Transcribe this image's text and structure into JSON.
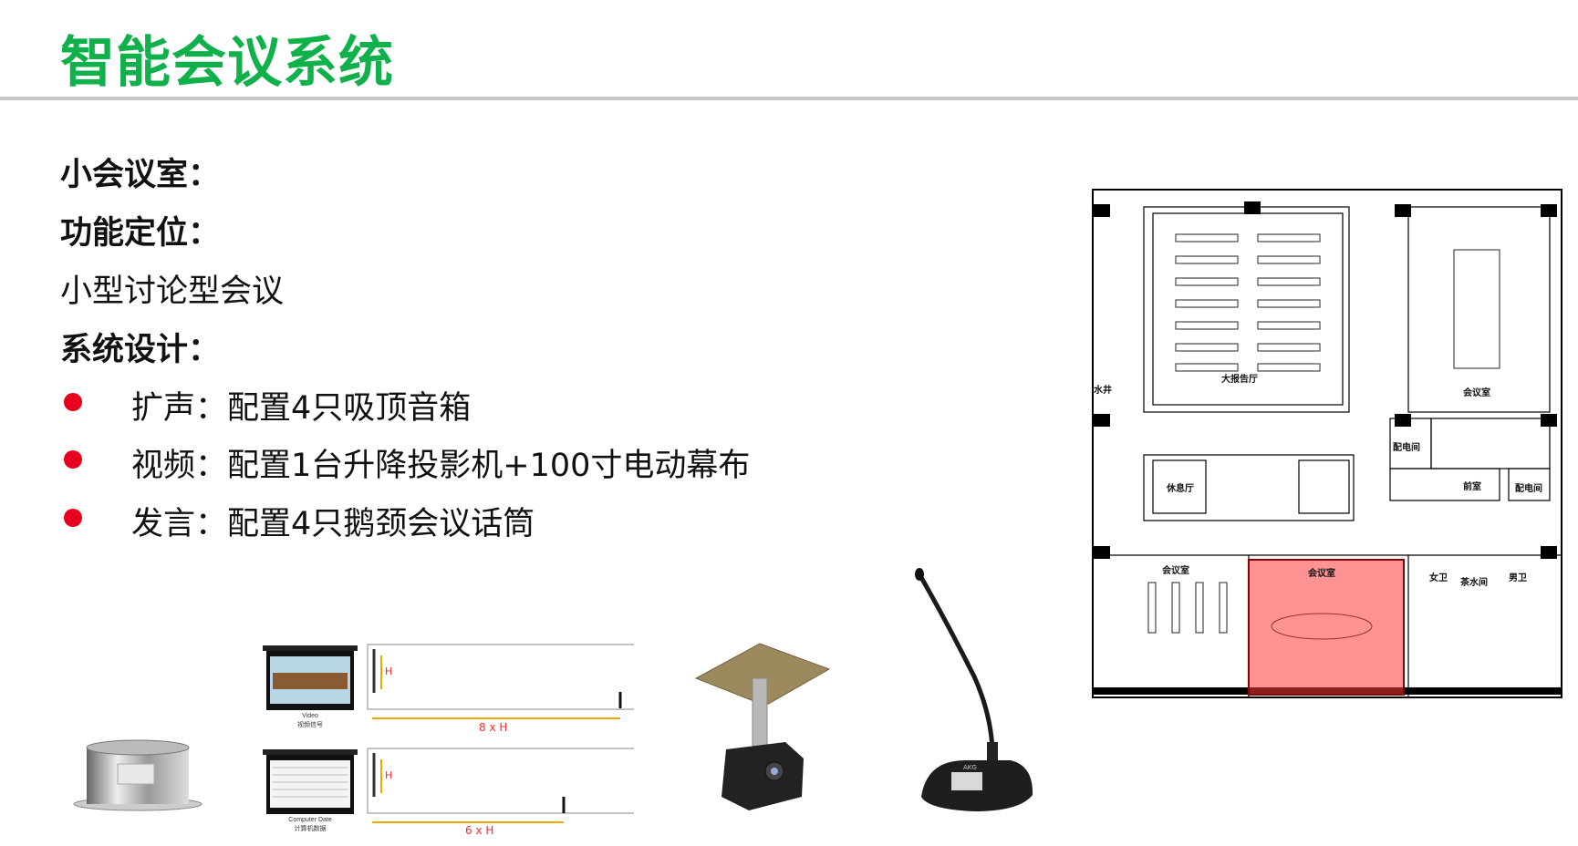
{
  "title": "智能会议系统",
  "section_room": "小会议室：",
  "section_position": "功能定位：",
  "position_text": "小型讨论型会议",
  "section_design": "系统设计：",
  "bullets": [
    "扩声：配置4只吸顶音箱",
    "视频：配置1台升降投影机+100寸电动幕布",
    "发言：配置4只鹅颈会议话筒"
  ],
  "screen_diagrams": [
    {
      "caption_en": "Video",
      "caption_cn": "视频信号",
      "height_label": "H",
      "distance_label": "8 x H"
    },
    {
      "caption_en": "Computer Date",
      "caption_cn": "计算机数据",
      "height_label": "H",
      "distance_label": "6 x H"
    }
  ],
  "microphone_brand": "AKG",
  "floor_plan": {
    "labels": {
      "auditorium": "大报告厅",
      "meeting_room_ne": "会议室",
      "lounge": "休息厅",
      "power_room_1": "配电间",
      "power_room_2": "配电间",
      "anteroom": "前室",
      "meeting_room_sw": "会议室",
      "meeting_room_highlight": "会议室",
      "women_wc": "女卫",
      "tea_room": "茶水间",
      "men_wc": "男卫",
      "water_well": "水井"
    },
    "highlight_color": "#ff3b3b"
  },
  "colors": {
    "title": "#10b04a",
    "bullet": "#e8001c",
    "dimension": "#f0a800",
    "dim_label": "#e83030"
  }
}
